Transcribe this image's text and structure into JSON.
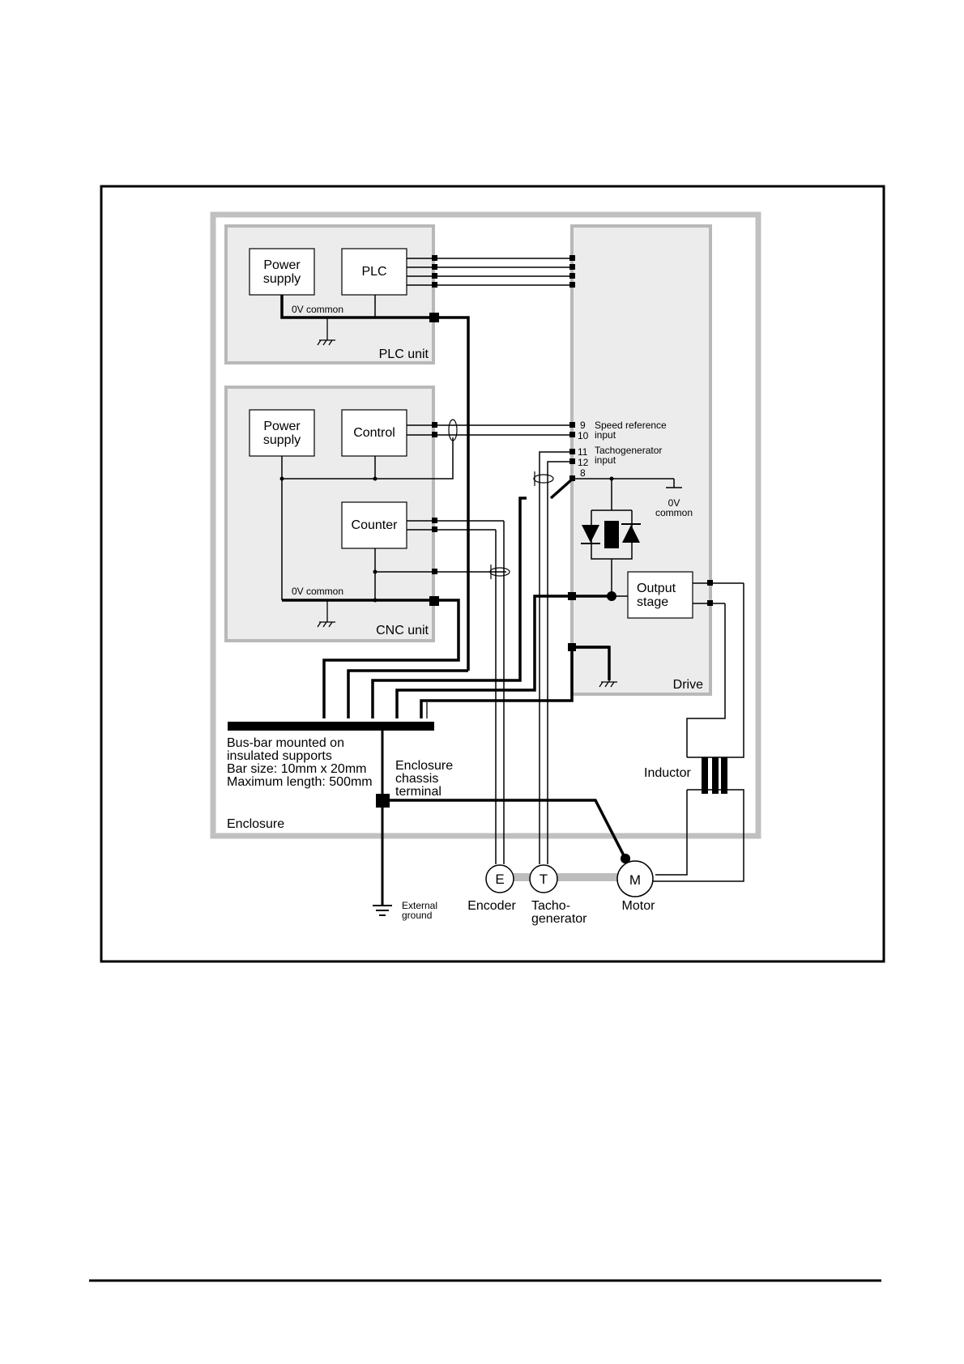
{
  "diagram": {
    "plc_unit": {
      "label": "PLC unit",
      "power_supply": [
        "Power",
        "supply"
      ],
      "plc": "PLC",
      "common": "0V common"
    },
    "cnc_unit": {
      "label": "CNC unit",
      "power_supply": [
        "Power",
        "supply"
      ],
      "control": "Control",
      "counter": "Counter",
      "common": "0V common"
    },
    "drive": {
      "label": "Drive",
      "pins": [
        "9",
        "10",
        "11",
        "12",
        "8"
      ],
      "speed_ref": [
        "Speed reference",
        "input"
      ],
      "tacho_input": [
        "Tachogenerator",
        "input"
      ],
      "common": [
        "0V",
        "common"
      ],
      "output_stage": [
        "Output",
        "stage"
      ]
    },
    "busbar": [
      "Bus-bar  mounted on",
      "insulated supports",
      "Bar size: 10mm x 20mm",
      "Maximum length: 500mm"
    ],
    "chassis_terminal": [
      "Enclosure",
      "chassis",
      "terminal"
    ],
    "enclosure": "Enclosure",
    "inductor": "Inductor",
    "external_ground": [
      "External",
      "ground"
    ],
    "encoder": {
      "symbol": "E",
      "label": "Encoder"
    },
    "tacho": {
      "symbol": "T",
      "label": [
        "Tacho-",
        "generator"
      ]
    },
    "motor": {
      "symbol": "M",
      "label": "Motor"
    }
  }
}
